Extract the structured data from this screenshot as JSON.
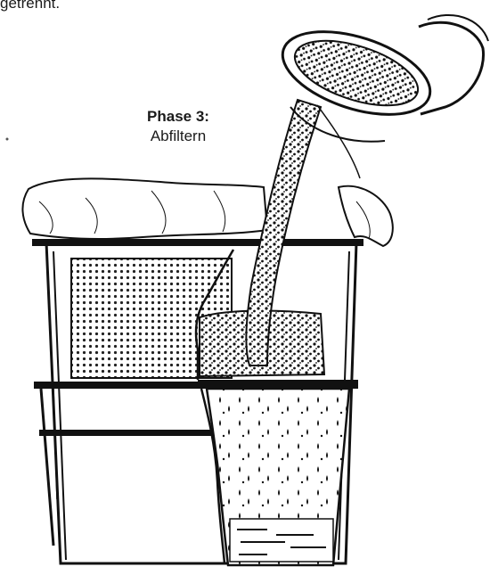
{
  "header_fragment": "getrennt.",
  "caption": {
    "phase": "Phase 3:",
    "title": "Abfiltern"
  },
  "colors": {
    "ink": "#111111",
    "paper": "#ffffff",
    "liquid_gray": "#d9d9d9"
  },
  "illustration": {
    "objects": [
      "pouring-bucket",
      "pour-stream",
      "filter-cloth",
      "filter-bucket",
      "screen-mesh",
      "sediment",
      "liquid-drops",
      "collected-liquid"
    ]
  }
}
